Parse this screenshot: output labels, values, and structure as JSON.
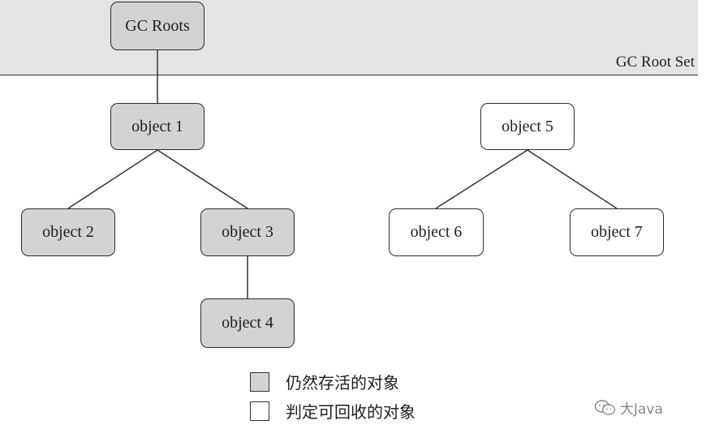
{
  "root_set": {
    "label": "GC Root Set"
  },
  "nodes": {
    "gc_roots": "GC Roots",
    "object1": "object 1",
    "object2": "object 2",
    "object3": "object 3",
    "object4": "object 4",
    "object5": "object 5",
    "object6": "object 6",
    "object7": "object 7"
  },
  "legend": {
    "live": "仍然存活的对象",
    "collectable": "判定可回收的对象"
  },
  "watermark": {
    "text": "大Java",
    "icon": "wechat-icon"
  },
  "colors": {
    "live_fill": "#d3d3d3",
    "collectable_fill": "#ffffff",
    "root_set_band": "#e4e4e4",
    "edge": "#333333"
  }
}
